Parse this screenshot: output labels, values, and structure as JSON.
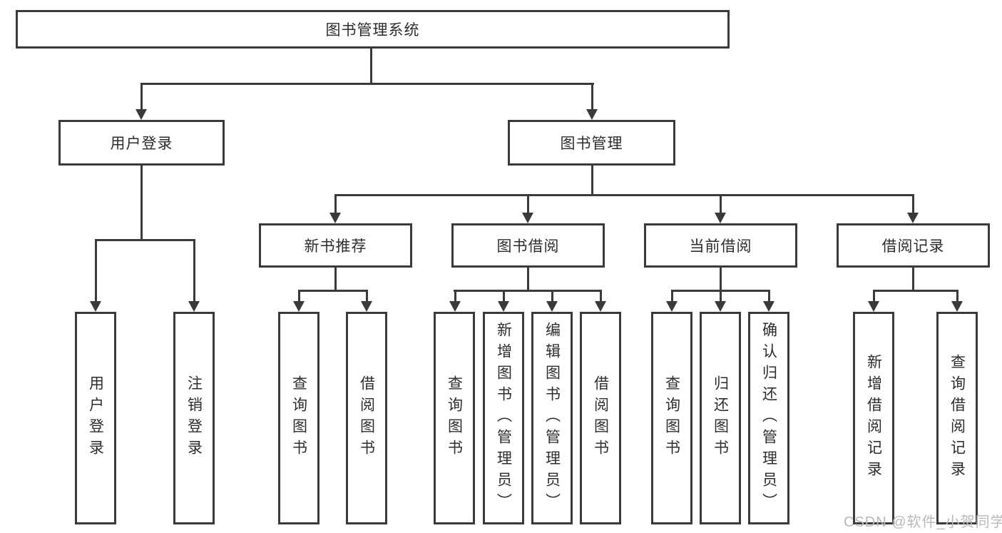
{
  "diagram": {
    "root": {
      "label": "图书管理系统"
    },
    "branches": [
      {
        "label": "用户登录",
        "children": [
          {
            "label": "用户登录"
          },
          {
            "label": "注销登录"
          }
        ]
      },
      {
        "label": "图书管理",
        "children": [
          {
            "label": "新书推荐",
            "children": [
              {
                "label": "查询图书"
              },
              {
                "label": "借阅图书"
              }
            ]
          },
          {
            "label": "图书借阅",
            "children": [
              {
                "label": "查询图书"
              },
              {
                "label": "新增图书（管理员）"
              },
              {
                "label": "编辑图书（管理员）"
              },
              {
                "label": "借阅图书"
              }
            ]
          },
          {
            "label": "当前借阅",
            "children": [
              {
                "label": "查询图书"
              },
              {
                "label": "归还图书"
              },
              {
                "label": "确认归还（管理员）"
              }
            ]
          },
          {
            "label": "借阅记录",
            "children": [
              {
                "label": "新增借阅记录"
              },
              {
                "label": "查询借阅记录"
              }
            ]
          }
        ]
      }
    ]
  },
  "watermark": {
    "text": "CSDN @软件_小贺同学"
  },
  "colors": {
    "line": "#3a3a3a",
    "text": "#2d2d2d",
    "background": "#ffffff",
    "watermark": "#b9b9b9"
  }
}
